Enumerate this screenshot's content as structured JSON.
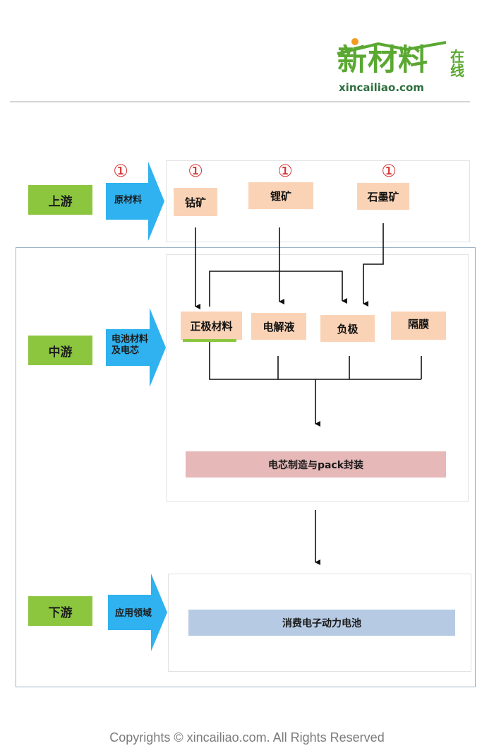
{
  "logo": {
    "main": "新材料",
    "side": "在线",
    "domain": "xincailiao.com",
    "color": "#5aa832",
    "dot_color": "#f39b1e"
  },
  "diagram": {
    "circled_mark": "①",
    "upstream": {
      "stage": "上游",
      "arrow_label": "原材料",
      "boxes": [
        "钴矿",
        "锂矿",
        "石墨矿"
      ]
    },
    "midstream": {
      "stage": "中游",
      "arrow_label": "电池材料\n及电芯",
      "boxes": [
        "正极材料",
        "电解液",
        "负极",
        "隔膜"
      ],
      "process": "电芯制造与pack封装"
    },
    "downstream": {
      "stage": "下游",
      "arrow_label": "应用领域",
      "application": "消费电子动力电池"
    },
    "colors": {
      "stage": "#8cc63f",
      "arrow": "#2fb2ef",
      "box": "#fad3b6",
      "mark": "#d83030",
      "process_bar": "#e6b8b8",
      "application_bar": "#b6cae3"
    }
  },
  "footer": "Copyrights © xincailiao.com. All Rights Reserved"
}
